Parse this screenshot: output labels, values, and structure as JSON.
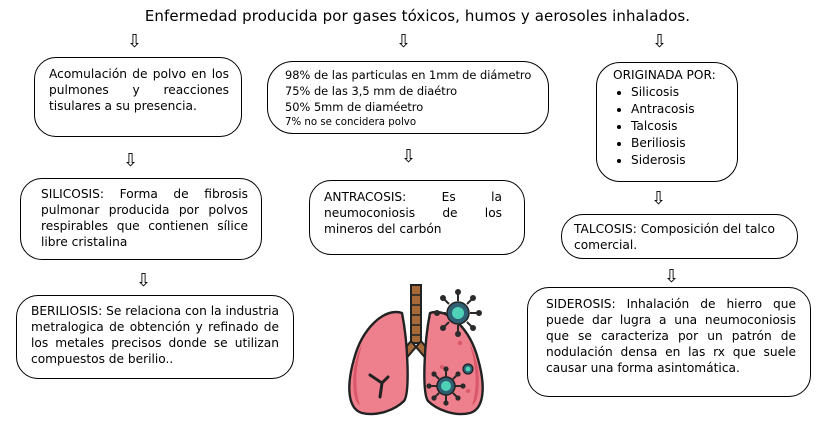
{
  "title": "Enfermedad producida por gases tóxicos, humos y aerosoles inhalados.",
  "arrow_glyph": "⇩",
  "box_acumulacion": {
    "text": "Acomulación de polvo en los pulmones y reacciones tisulares a su presencia."
  },
  "box_stats": {
    "lines": [
      "98%  de las particulas en 1mm de diámetro",
      "75% de las 3,5 mm de diaétro",
      "50% 5mm de diaméetro",
      "7% no se concidera polvo"
    ]
  },
  "box_originada": {
    "heading": "ORIGINADA POR:",
    "items": [
      "Silicosis",
      "Antracosis",
      "Talcosis",
      "Beriliosis",
      "Siderosis"
    ]
  },
  "box_silicosis": {
    "text": "SILICOSIS: Forma de fibrosis pulmonar producida por polvos respirables que contienen sílice libre cristalina"
  },
  "box_antracosis": {
    "text": "ANTRACOSIS: Es la neumoconiosis de los mineros del carbón"
  },
  "box_talcosis": {
    "text": "TALCOSIS: Composición del talco comercial."
  },
  "box_beriliosis": {
    "text": "BERILIOSIS: Se relaciona con la industria metralogica de obtención y refinado de los metales precisos donde se utilizan compuestos de berilio.."
  },
  "box_siderosis": {
    "text": "SIDEROSIS: Inhalación de hierro que puede dar lugra a una neumoconiosis que se caracteriza por un patrón de nodulación densa en las rx que suele causar una forma asintomática."
  },
  "colors": {
    "lung_fill": "#ee7f8c",
    "lung_shade": "#d9586b",
    "trachea": "#a66a3a",
    "virus_body": "#2f5f73",
    "virus_core": "#4fd1b8",
    "virus_spike": "#2a2a2a"
  },
  "icons": [
    "lungs-icon",
    "virus-icon"
  ]
}
